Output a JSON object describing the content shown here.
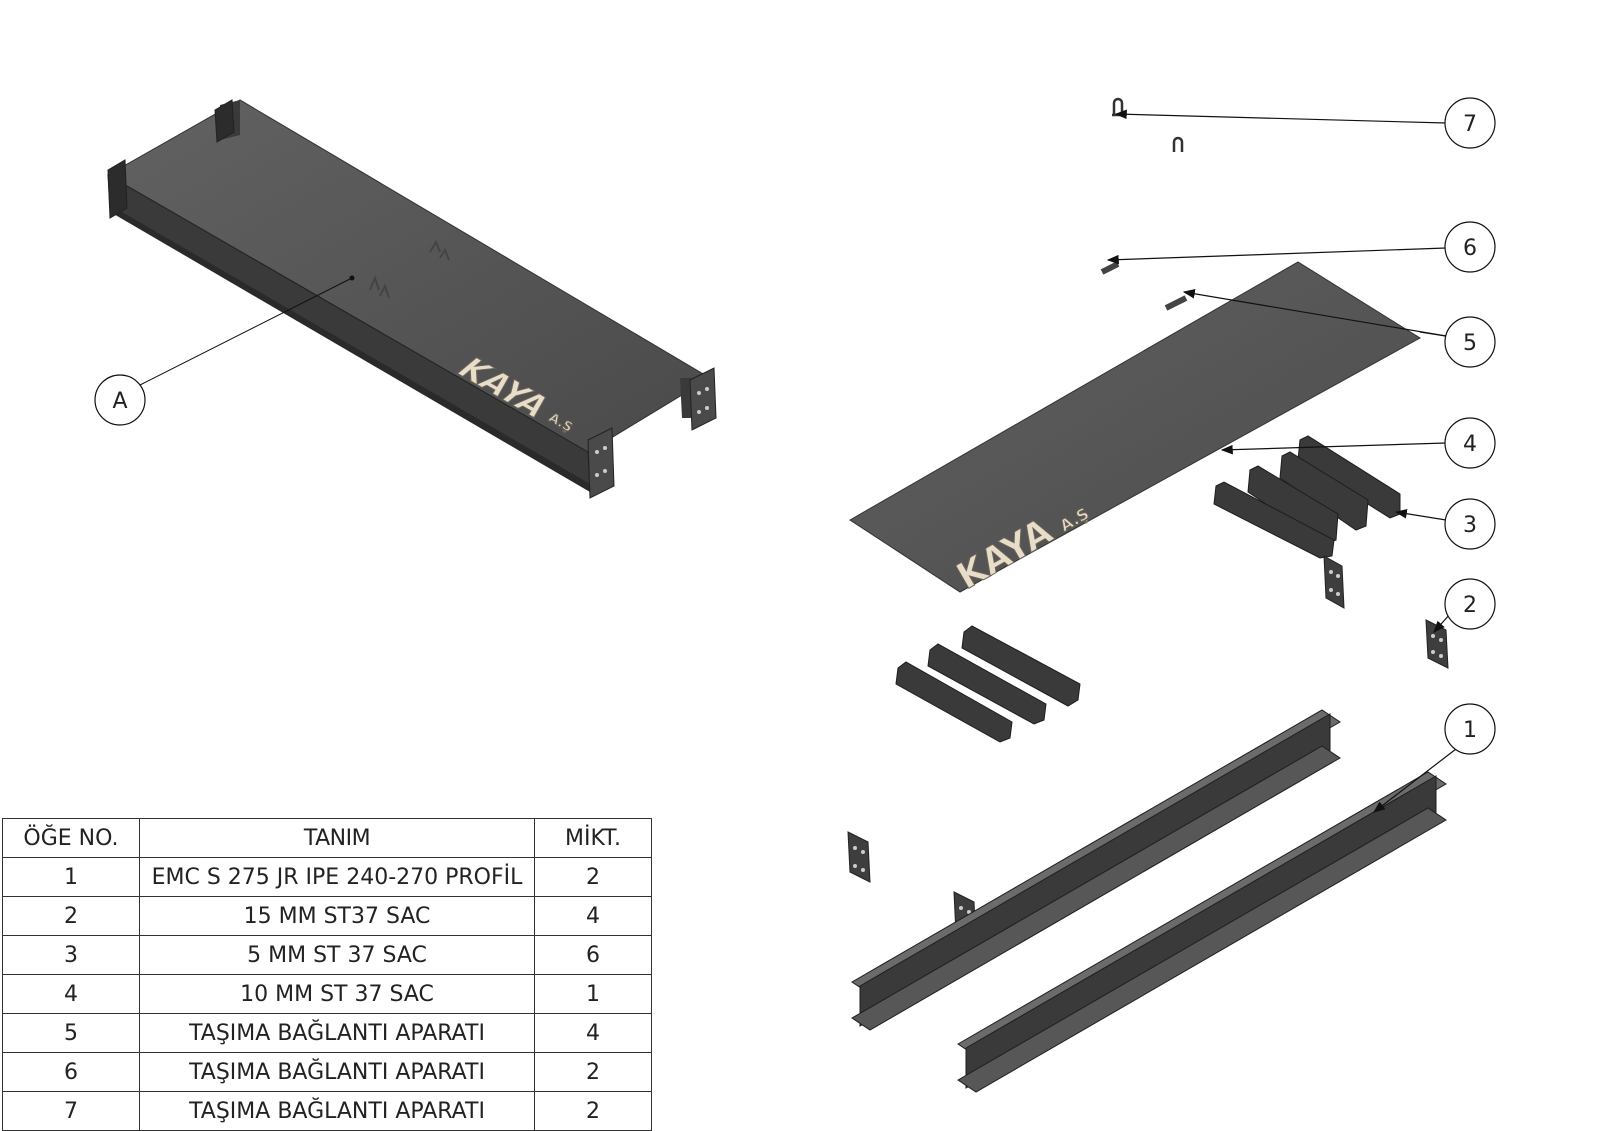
{
  "drawing": {
    "left_view_label": "A",
    "logo_main": "KAYA",
    "logo_sub": "A.Ş",
    "balloons": [
      "1",
      "2",
      "3",
      "4",
      "5",
      "6",
      "7"
    ]
  },
  "bom": {
    "headers": [
      "ÖĞE NO.",
      "TANIM",
      "MİKT."
    ],
    "rows": [
      [
        "1",
        "EMC S 275 JR IPE 240-270  PROFİL",
        "2"
      ],
      [
        "2",
        "15 MM ST37 SAC",
        "4"
      ],
      [
        "3",
        "5 MM ST 37 SAC",
        "6"
      ],
      [
        "4",
        "10 MM ST 37 SAC",
        "1"
      ],
      [
        "5",
        "TAŞIMA BAĞLANTI APARATI",
        "4"
      ],
      [
        "6",
        "TAŞIMA BAĞLANTI APARATI",
        "2"
      ],
      [
        "7",
        "TAŞIMA BAĞLANTI APARATI",
        "2"
      ]
    ]
  },
  "colors": {
    "steel_dark": "#3a3a3a",
    "steel_mid": "#575757",
    "steel_light": "#6b6b6b",
    "line": "#111111"
  }
}
